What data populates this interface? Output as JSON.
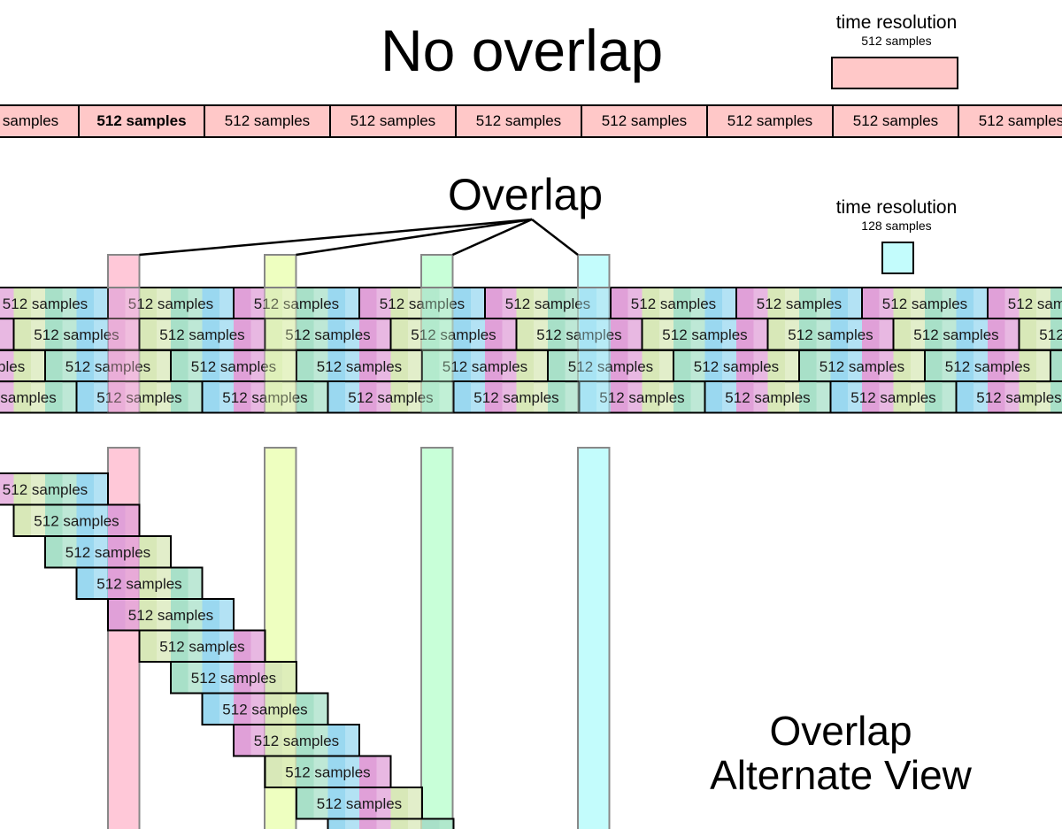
{
  "no_overlap": {
    "title": "No overlap",
    "legend": {
      "title": "time resolution",
      "subtitle": "512 samples",
      "color": "#ffc8c8"
    },
    "block_label": "512 samples",
    "block_color": "#ffc8c8"
  },
  "overlap": {
    "title": "Overlap",
    "legend": {
      "title": "time resolution",
      "subtitle": "128 samples",
      "color": "#c3fcfc"
    },
    "block_label": "512 samples",
    "stripe_colors": [
      "#e0a0d8",
      "#d8e8b8",
      "#a8e0c8",
      "#9ad8f0"
    ],
    "marker_colors": [
      "#ffc8d8",
      "#eeffc0",
      "#c8ffd8",
      "#c3fcfc"
    ]
  },
  "alternate_view": {
    "title_line1": "Overlap",
    "title_line2": "Alternate View",
    "block_label": "512 samples"
  }
}
